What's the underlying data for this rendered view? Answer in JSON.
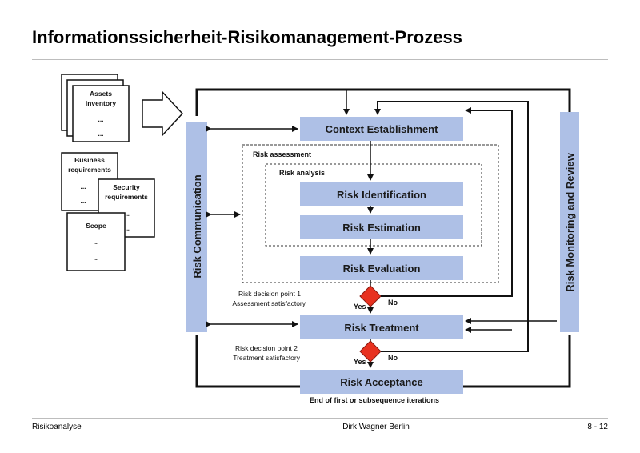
{
  "slide": {
    "title": "Informationssicherheit-Risikomanagement-Prozess",
    "footer_left": "Risikoanalyse",
    "footer_center": "Dirk Wagner Berlin",
    "footer_right": "8 - 12"
  },
  "inputs": {
    "assets": {
      "line1": "Assets",
      "line2": "inventory",
      "dots": "..."
    },
    "business": {
      "line1": "Business",
      "line2": "requirements",
      "dots": "..."
    },
    "security": {
      "line1": "Security",
      "line2": "requirements",
      "dots": "..."
    },
    "scope": {
      "line1": "Scope",
      "dots": "..."
    }
  },
  "diagram": {
    "risk_communication": "Risk Communication",
    "risk_monitoring": "Risk Monitoring and Review",
    "context_establishment": "Context Establishment",
    "risk_assessment": "Risk assessment",
    "risk_analysis": "Risk analysis",
    "risk_identification": "Risk Identification",
    "risk_estimation": "Risk Estimation",
    "risk_evaluation": "Risk Evaluation",
    "risk_treatment": "Risk Treatment",
    "risk_acceptance": "Risk Acceptance",
    "decision1_line1": "Risk decision point 1",
    "decision1_line2": "Assessment satisfactory",
    "decision2_line1": "Risk decision point 2",
    "decision2_line2": "Treatment satisfactory",
    "yes": "Yes",
    "no": "No",
    "end_note": "End of first or subsequence iterations"
  },
  "colors": {
    "box_fill": "#aec0e6",
    "diamond": "#e8311f",
    "line": "#111111"
  }
}
